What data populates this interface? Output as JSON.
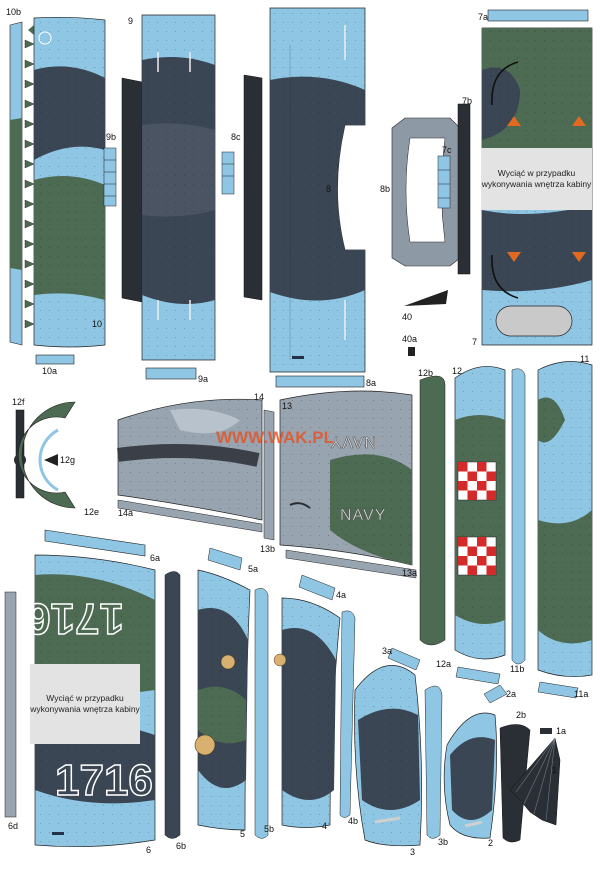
{
  "colors": {
    "sky": "#8ec6e4",
    "dark_sea_grey": "#3a4654",
    "dark_green": "#4d6a52",
    "medium_grey": "#98a4b0",
    "marking_red": "#d42a2a",
    "watermark": "#e85020"
  },
  "labels": {
    "p10b": "10b",
    "p9": "9",
    "p7a": "7a",
    "p9b": "9b",
    "p8c": "8c",
    "p7b": "7b",
    "p7c": "7c",
    "p8": "8",
    "p8b": "8b",
    "p10": "10",
    "p40": "40",
    "p40a": "40a",
    "p7": "7",
    "p10a": "10a",
    "p9a": "9a",
    "p8a": "8a",
    "p12f": "12f",
    "p12g": "12g",
    "p12e": "12e",
    "p14": "14",
    "p13": "13",
    "p12b": "12b",
    "p12": "12",
    "p11": "11",
    "p14a": "14a",
    "p13b": "13b",
    "p13a": "13a",
    "p11b": "11b",
    "p12a": "12a",
    "p11a": "11a",
    "p6a": "6a",
    "p5a": "5a",
    "p4a": "4a",
    "p3a": "3a",
    "p2a": "2a",
    "p2b": "2b",
    "p1a": "1a",
    "p6d": "6d",
    "p6": "6",
    "p6b": "6b",
    "p5": "5",
    "p5b": "5b",
    "p4": "4",
    "p4b": "4b",
    "p3": "3",
    "p3b": "3b",
    "p2": "2",
    "p1": "1"
  },
  "notes": {
    "cut_out_upper": "Wyciąć w przypadku wykonywania wnętrza kabiny",
    "cut_out_lower": "Wyciąć w przypadku wykonywania wnętrza kabiny"
  },
  "markings": {
    "watermark": "WWW.WAK.PL",
    "navy_upper": "NAVY",
    "navy_lower": "NAVY",
    "serial_upper": "1716",
    "serial_lower": "1716"
  }
}
